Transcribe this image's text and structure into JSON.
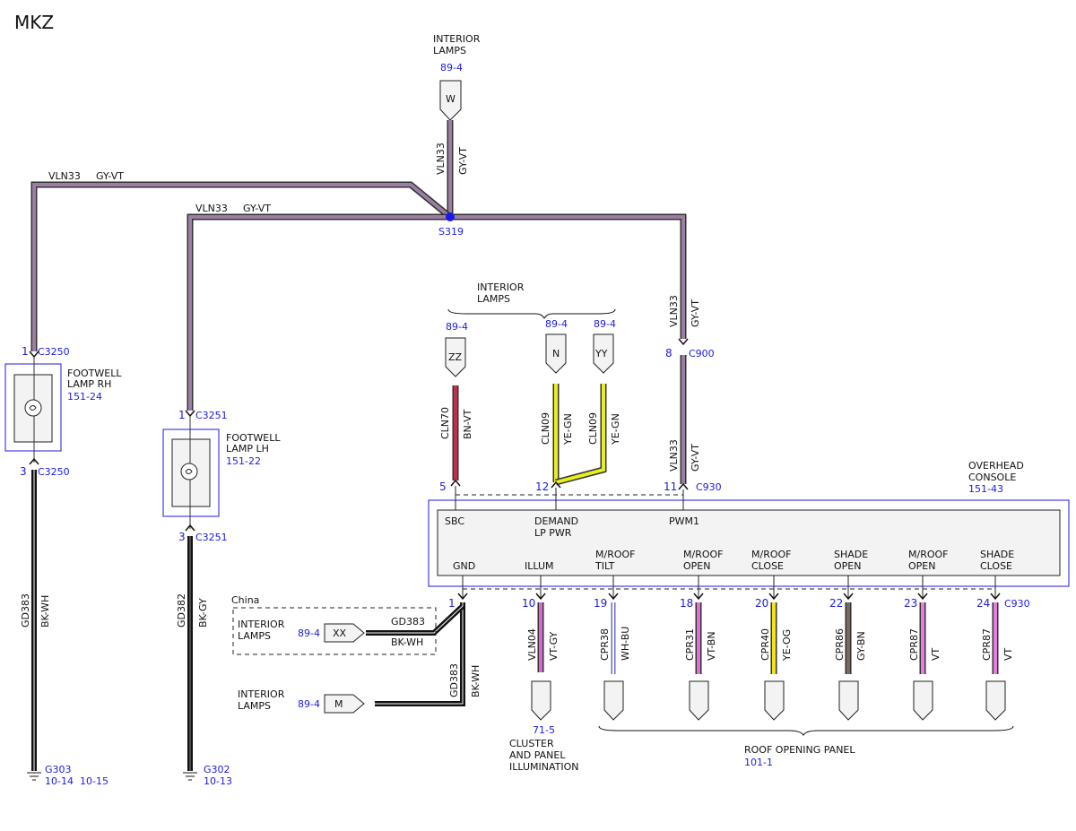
{
  "title": "MKZ",
  "colors": {
    "gy_vt": "#9a7fa3",
    "bk_wh": "#111111",
    "bk_gy": "#111111",
    "bn_vt": "#c0304a",
    "ye_gn": "#e6ef1f",
    "vt_gy": "#d46ad0",
    "wh_bu": "#6b6bd8",
    "vt_bn": "#e070d8",
    "ye_og": "#f3e31d",
    "gy_bn": "#7a6a5e",
    "vt": "#e87de0",
    "ref_blue": "#1a1ae6",
    "splice_blue": "#1a1ae6"
  },
  "top_lamp": {
    "name_line1": "INTERIOR",
    "name_line2": "LAMPS",
    "ref": "89-4",
    "pin": "W"
  },
  "wires": {
    "top_vert_circuit": "VLN33",
    "top_vert_color": "GY-VT",
    "left_run_circuit": "VLN33",
    "left_run_color": "GY-VT",
    "mid_run_circuit": "VLN33",
    "mid_run_color": "GY-VT",
    "c900_up_circuit": "VLN33",
    "c900_up_color": "GY-VT",
    "c900_down_circuit": "VLN33",
    "c900_down_color": "GY-VT",
    "rh_ground_circuit": "GD383",
    "rh_ground_color": "BK-WH",
    "lh_ground_circuit": "GD382",
    "lh_ground_color": "BK-GY",
    "sbc_circuit": "CLN70",
    "sbc_color": "BN-VT",
    "n_circuit": "CLN09",
    "n_color": "YE-GN",
    "yy_circuit": "CLN09",
    "yy_color": "YE-GN",
    "gnd_circuit": "GD383",
    "gnd_color": "BK-WH",
    "china_circuit": "GD383",
    "china_color": "BK-WH",
    "illum_circuit": "VLN04",
    "illum_color": "VT-GY"
  },
  "splice": {
    "name": "S319"
  },
  "rh_lamp": {
    "conn_top_pin": "1",
    "conn_top": "C3250",
    "name_line1": "FOOTWELL",
    "name_line2": "LAMP RH",
    "ref": "151-24",
    "conn_bot_pin": "3",
    "conn_bot": "C3250"
  },
  "lh_lamp": {
    "conn_top_pin": "1",
    "conn_top": "C3251",
    "name_line1": "FOOTWELL",
    "name_line2": "LAMP LH",
    "ref": "151-22",
    "conn_bot_pin": "3",
    "conn_bot": "C3251"
  },
  "ground_rh": {
    "name": "G303",
    "ref1": "10-14",
    "ref2": "10-15"
  },
  "ground_lh": {
    "name": "G302",
    "ref1": "10-13"
  },
  "interior_lamps_group": {
    "name_line1": "INTERIOR",
    "name_line2": "LAMPS",
    "pins": [
      {
        "ref": "89-4",
        "pin": "ZZ"
      },
      {
        "ref": "89-4",
        "pin": "N"
      },
      {
        "ref": "89-4",
        "pin": "YY"
      }
    ]
  },
  "c900": {
    "pin": "8",
    "name": "C900"
  },
  "overhead_console": {
    "name_line1": "OVERHEAD",
    "name_line2": "CONSOLE",
    "ref": "151-43",
    "conn_name": "C930",
    "top_pins": [
      {
        "pin": "5",
        "label1": "SBC",
        "label2": ""
      },
      {
        "pin": "12",
        "label1": "DEMAND",
        "label2": "LP PWR"
      },
      {
        "pin": "11",
        "label1": "PWM1",
        "label2": ""
      }
    ],
    "bottom_pins": [
      {
        "pin": "1",
        "label1": "",
        "label2": "GND"
      },
      {
        "pin": "10",
        "label1": "",
        "label2": "ILLUM"
      },
      {
        "pin": "19",
        "label1": "M/ROOF",
        "label2": "TILT"
      },
      {
        "pin": "18",
        "label1": "M/ROOF",
        "label2": "OPEN"
      },
      {
        "pin": "20",
        "label1": "M/ROOF",
        "label2": "CLOSE"
      },
      {
        "pin": "22",
        "label1": "SHADE",
        "label2": "OPEN"
      },
      {
        "pin": "23",
        "label1": "M/ROOF",
        "label2": "OPEN"
      },
      {
        "pin": "24",
        "label1": "SHADE",
        "label2": "CLOSE"
      }
    ]
  },
  "china_box": {
    "label": "China",
    "name_line1": "INTERIOR",
    "name_line2": "LAMPS",
    "ref": "89-4",
    "pin": "XX"
  },
  "m_lamp": {
    "name_line1": "INTERIOR",
    "name_line2": "LAMPS",
    "ref": "89-4",
    "pin": "M"
  },
  "roof_wires": [
    {
      "circuit": "CPR38",
      "color": "WH-BU"
    },
    {
      "circuit": "CPR31",
      "color": "VT-BN"
    },
    {
      "circuit": "CPR40",
      "color": "YE-OG"
    },
    {
      "circuit": "CPR86",
      "color": "GY-BN"
    },
    {
      "circuit": "CPR87",
      "color": "VT"
    },
    {
      "circuit": "CPR87",
      "color": "VT"
    }
  ],
  "cluster": {
    "ref": "71-5",
    "line1": "CLUSTER",
    "line2": "AND PANEL",
    "line3": "ILLUMINATION"
  },
  "roof_panel": {
    "name": "ROOF OPENING PANEL",
    "ref": "101-1"
  }
}
